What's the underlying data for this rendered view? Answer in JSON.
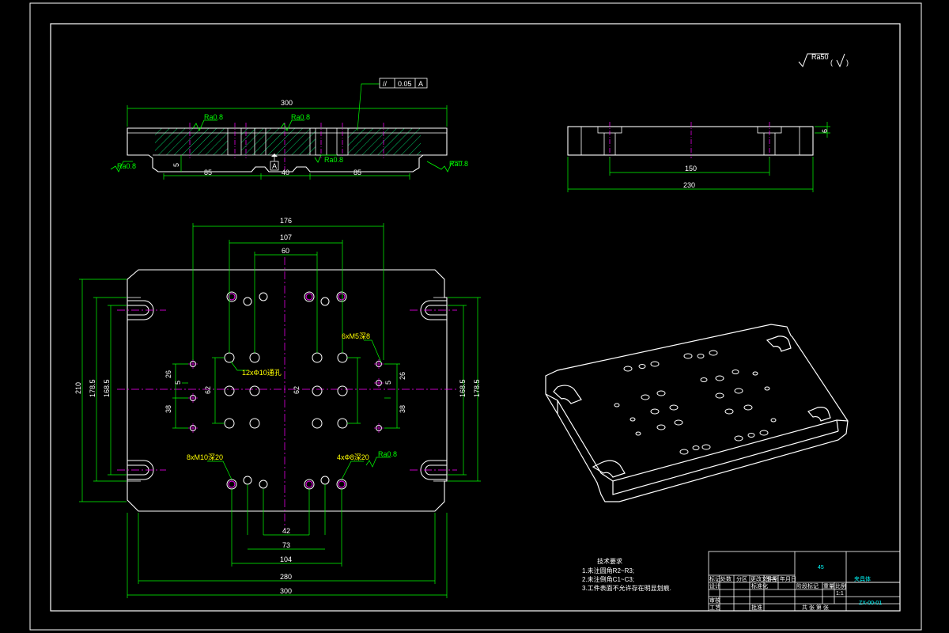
{
  "roughness_note": {
    "main": "Ra50",
    "paren_open": "(",
    "paren_close": ")"
  },
  "section_view": {
    "overall_width": "300",
    "left_offset": "85",
    "right_offset": "85",
    "center_width": "40",
    "depth": "5",
    "datum": "A",
    "tolerance_symbol": "//",
    "tolerance_value": "0.05",
    "tolerance_datum": "A",
    "roughness_1": "Ra0.8",
    "roughness_2": "Ra0.8",
    "roughness_3": "Ra0.8",
    "roughness_4": "Ra0.8",
    "roughness_5": "Ra0.8"
  },
  "side_view": {
    "inner_width": "150",
    "overall_width": "230",
    "height": "6"
  },
  "plan_view": {
    "top_176": "176",
    "top_107": "107",
    "top_60": "60",
    "bottom_42": "42",
    "bottom_73": "73",
    "bottom_104": "104",
    "bottom_280": "280",
    "bottom_300": "300",
    "left_210": "210",
    "left_178": "178.5",
    "left_168": "168.5",
    "right_168": "168.5",
    "right_178": "178.5",
    "left_26": "26",
    "left_5": "5",
    "left_38": "38",
    "left_62": "62",
    "right_62": "62",
    "right_5": "5",
    "right_26": "26",
    "right_38": "38",
    "callout_6xM5": "6xM5",
    "callout_6xM5_cn": "深8",
    "callout_12x10": "12xΦ10",
    "callout_12x10_cn": "通孔",
    "callout_8xM10": "8xM10",
    "callout_8xM10_cn": "深20",
    "callout_4x8": "4xΦ8",
    "callout_4x8_cn": "深20",
    "callout_ra": "Ra0.8"
  },
  "notes": {
    "title": "技术要求",
    "line1": "1.未注圆角R2~R3;",
    "line2": "2.未注倒角C1~C3;",
    "line3": "3.工件表面不允许存在明显划痕."
  },
  "title_block": {
    "material": "45",
    "part_name": "夹具体",
    "drawing_no": "ZX-00-01",
    "h_mark": "标记",
    "h_count": "处数",
    "h_zone": "分区",
    "h_doc": "更改文件号",
    "h_sign": "签名",
    "h_date": "年月日",
    "h_design": "设计",
    "h_std": "标准化",
    "h_check": "审核",
    "h_process": "工艺",
    "h_approve": "批准",
    "stage_mark": "阶段标记",
    "weight": "重量",
    "scale": "比例",
    "scale_val": "1:1",
    "sheets": "共  张  第  张"
  },
  "colors": {
    "outline": "#ffffff",
    "centerline": "#ff00ff",
    "dimension": "#00ff00",
    "text_yellow": "#ffff00",
    "hatch": "#00ff00",
    "cyan": "#00ffff"
  }
}
